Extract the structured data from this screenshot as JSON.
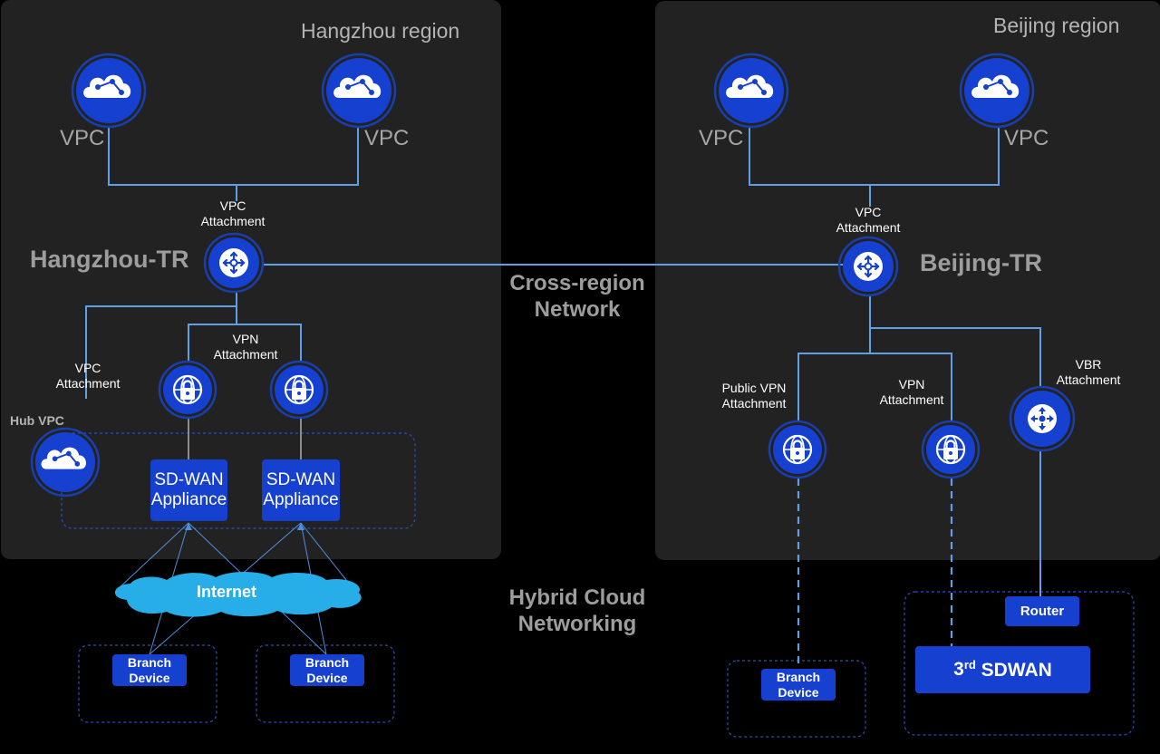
{
  "regions": {
    "hangzhou": "Hangzhou region",
    "beijing": "Beijing region"
  },
  "hangzhou": {
    "vpc_left": "VPC",
    "vpc_right": "VPC",
    "vpc_attachment_top": "VPC\nAttachment",
    "tr": "Hangzhou-TR",
    "vpn_attachment": "VPN\nAttachment",
    "vpc_attachment_hub": "VPC\nAttachment",
    "hub_vpc": "Hub VPC",
    "sdwan_left": "SD-WAN\nAppliance",
    "sdwan_right": "SD-WAN\nAppliance",
    "internet": "Internet",
    "branch_left": "Branch\nDevice",
    "branch_right": "Branch\nDevice"
  },
  "beijing": {
    "vpc_left": "VPC",
    "vpc_right": "VPC",
    "vpc_attachment_top": "VPC\nAttachment",
    "tr": "Beijing-TR",
    "public_vpn_attachment": "Public VPN\nAttachment",
    "vpn_attachment": "VPN\nAttachment",
    "vbr_attachment": "VBR\nAttachment",
    "branch": "Branch\nDevice",
    "router": "Router",
    "third_sdwan_num": "3",
    "third_sdwan_rest": "rd SDWAN"
  },
  "center": {
    "cross_region": "Cross-region\nNetwork",
    "hybrid": "Hybrid Cloud\nNetworking"
  },
  "colors": {
    "background": "#000000",
    "region_panel": "#222223",
    "line": "#5f9fe6",
    "grey_line": "#8c8c8c",
    "node_blue": "#1540d0",
    "dashed_border": "#2b4fb8",
    "cloud": "#27aee8"
  },
  "icons": {
    "vpc": "cloud-network-icon",
    "transit_router": "transit-router-icon",
    "vpn": "vpn-gateway-lock-icon",
    "vbr": "vbr-router-icon",
    "internet": "cloud-icon"
  }
}
